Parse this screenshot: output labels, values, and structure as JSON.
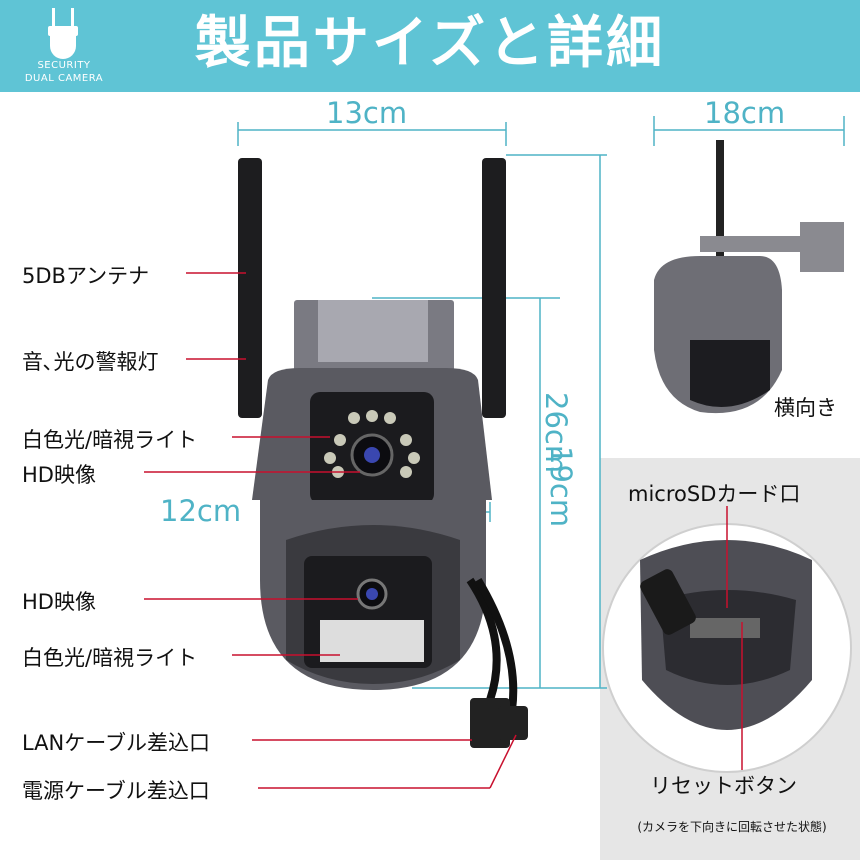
{
  "header": {
    "title": "製品サイズと詳細",
    "logo_line1": "SECURITY",
    "logo_line2": "DUAL CAMERA",
    "background": "#5fc4d5"
  },
  "dimensions": {
    "width_top": "13cm",
    "side_width": "18cm",
    "total_height": "26cm",
    "body_height": "19cm",
    "body_width": "12cm"
  },
  "callouts": {
    "antenna": "5DBアンテナ",
    "alarm": "音､光の警報灯",
    "light_upper": "白色光/暗視ライト",
    "hd_upper": "HD映像",
    "hd_lower": "HD映像",
    "light_lower": "白色光/暗視ライト",
    "lan": "LANケーブル差込口",
    "power": "電源ケーブル差込口",
    "side_view": "横向き",
    "sd_slot": "microSDカード口",
    "reset": "リセットボタン",
    "bottom_note": "(カメラを下向きに回転させた状態)"
  },
  "colors": {
    "dimension_line": "#4fb3c6",
    "callout_line": "#c8102e",
    "camera_body": "#55555c"
  }
}
